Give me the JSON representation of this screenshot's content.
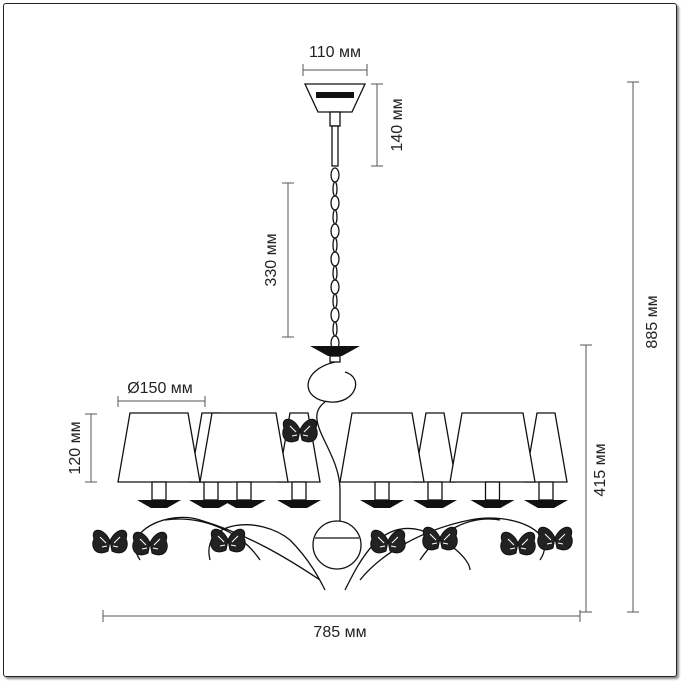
{
  "dimensions": {
    "canopy_width": "110 мм",
    "canopy_height": "140 мм",
    "chain_length": "330 мм",
    "total_height": "885 мм",
    "body_height": "415 мм",
    "shade_height": "120 мм",
    "shade_diameter": "Ø150 мм",
    "total_width": "785 мм"
  },
  "colors": {
    "line": "#111111",
    "dimension": "#555555"
  }
}
